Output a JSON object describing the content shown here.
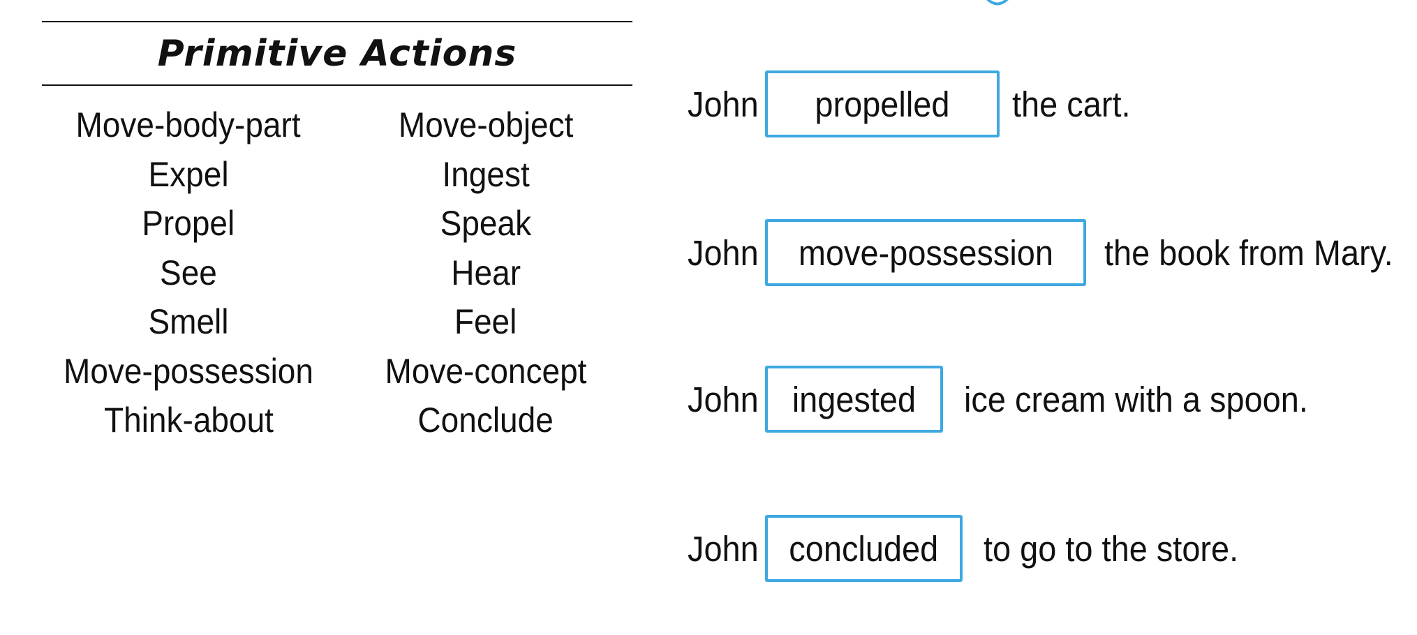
{
  "table": {
    "title": "Primitive Actions",
    "column1": [
      "Move-body-part",
      "Expel",
      "Propel",
      "See",
      "Smell",
      "Move-possession",
      "Think-about"
    ],
    "column2": [
      "Move-object",
      "Ingest",
      "Speak",
      "Hear",
      "Feel",
      "Move-concept",
      "Conclude"
    ]
  },
  "sentences": [
    {
      "subject": "John",
      "verb": "propelled",
      "rest": "the cart."
    },
    {
      "subject": "John",
      "verb": "move-possession",
      "rest": "the book from Mary."
    },
    {
      "subject": "John",
      "verb": "ingested",
      "rest": "ice cream with a spoon."
    },
    {
      "subject": "John",
      "verb": "concluded",
      "rest": "to go to the store."
    }
  ],
  "colors": {
    "accent": "#3ea8e0",
    "text": "#111111"
  }
}
